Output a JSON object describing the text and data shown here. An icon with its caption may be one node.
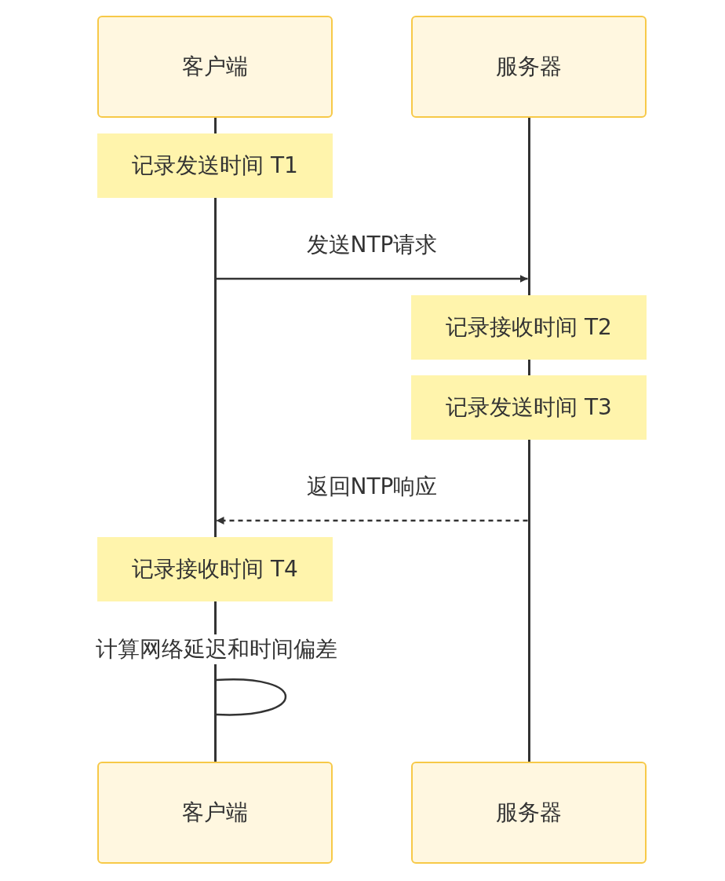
{
  "diagram": {
    "nodes": [
      {
        "text": [
          "客户端"
        ]
      },
      {
        "text": [
          "服务器"
        ]
      },
      {
        "text": [],
        "shape": "bar"
      },
      {
        "text": [],
        "shape": "bar"
      },
      {
        "text": [
          "记录发送时间 T1"
        ]
      },
      {
        "text": [],
        "shape": "bar"
      },
      {
        "text": [
          "记录接收时间 T2"
        ]
      },
      {
        "text": [],
        "shape": "bar"
      },
      {
        "text": [
          "记录发送时间 T3"
        ]
      },
      {
        "text": [],
        "shape": "bar"
      },
      {
        "text": [
          "记录接收时间 T4"
        ]
      },
      {
        "text": [],
        "shape": "bar"
      },
      {
        "text": [
          "客户端"
        ]
      },
      {
        "text": [
          "服务器"
        ]
      }
    ],
    "edges": [
      {
        "from": 5,
        "to": 3,
        "label": "发送NTP请求",
        "arrow": "to"
      },
      {
        "from": 9,
        "to": 5,
        "label": "返回NTP响应",
        "arrow": "to",
        "style": "dashed"
      },
      {
        "from": 11,
        "to": 11,
        "label": "计算网络延迟和时间偏差",
        "arrow": "none"
      }
    ]
  }
}
